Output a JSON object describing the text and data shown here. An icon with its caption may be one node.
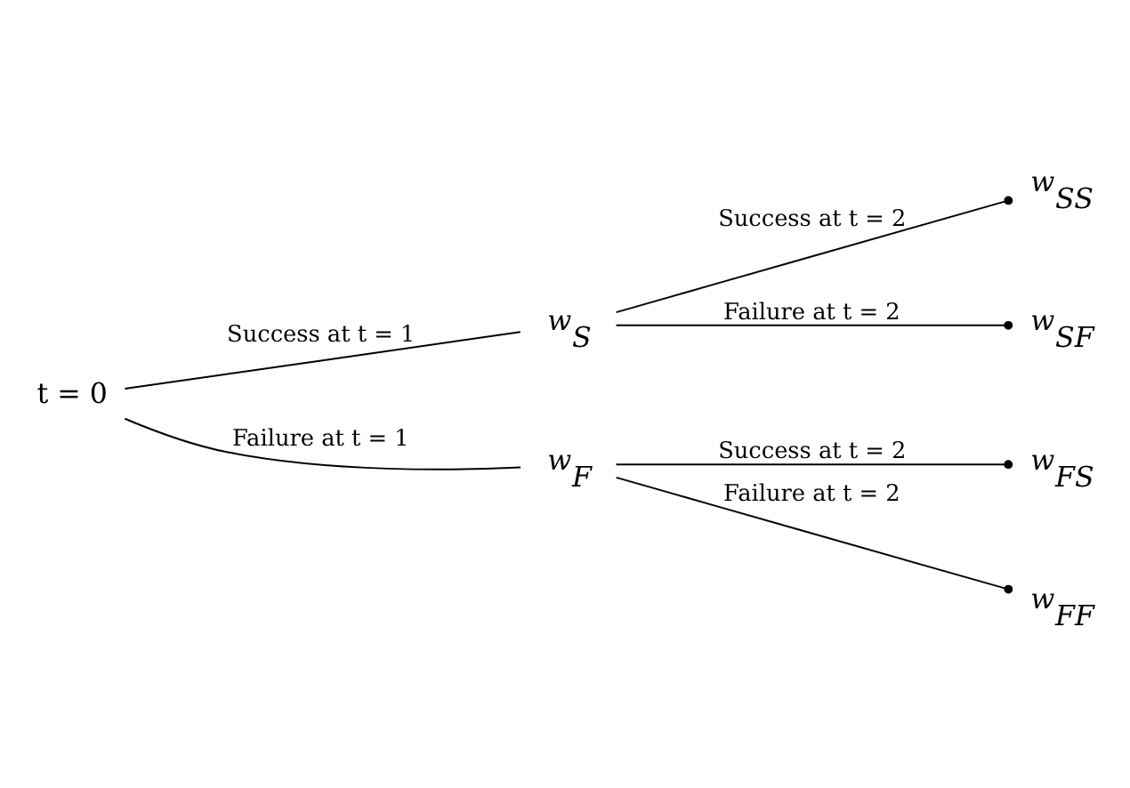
{
  "diagram": {
    "nodes": [
      {
        "text": [
          "t = 0"
        ]
      },
      {
        "text": [
          "w$_{S}$"
        ]
      },
      {
        "text": [
          "w$_{F}$"
        ]
      },
      {
        "text": [
          "w$_{SS}$"
        ]
      },
      {
        "text": [
          "w$_{SF}$"
        ]
      },
      {
        "text": [
          "w$_{FS}$"
        ]
      },
      {
        "text": [
          "w$_{FF}$"
        ]
      }
    ],
    "edges": [
      {
        "from": 0,
        "to": 1,
        "arrow": "none",
        "label": "Success at t = 1"
      },
      {
        "from": 0,
        "to": 2,
        "arrow": "none",
        "label": "Failure at t = 1"
      },
      {
        "from": 1,
        "to": 3,
        "arrow": "other",
        "label": "Success at t = 2"
      },
      {
        "from": 1,
        "to": 4,
        "arrow": "other",
        "label": "Failure at t = 2"
      },
      {
        "from": 2,
        "to": 5,
        "arrow": "other",
        "label": "Success at t = 2"
      },
      {
        "from": 2,
        "to": 6,
        "arrow": "other",
        "label": "Failure at t = 2"
      }
    ]
  }
}
